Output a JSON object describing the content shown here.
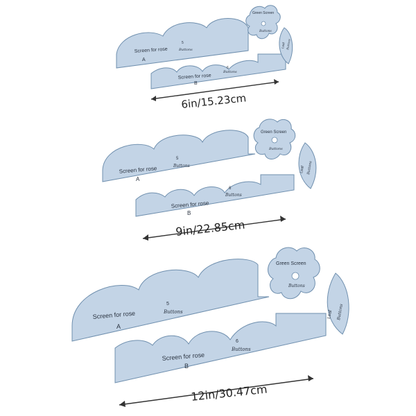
{
  "sets": [
    {
      "size": "6in/15.23cm",
      "piece_a": {
        "title": "Screen for rose",
        "letter": "A",
        "mark": "5",
        "signature": "Buttons"
      },
      "piece_b": {
        "title": "Screen for rose",
        "letter": "B",
        "mark": "6",
        "signature": "Buttons"
      },
      "flower": {
        "title": "Green Screen",
        "signature": "Buttons"
      },
      "leaf": {
        "title": "Leaf",
        "signature": "Buttons"
      }
    },
    {
      "size": "9in/22.85cm",
      "piece_a": {
        "title": "Screen for rose",
        "letter": "A",
        "mark": "5",
        "signature": "Buttons"
      },
      "piece_b": {
        "title": "Screen for rose",
        "letter": "B",
        "mark": "6",
        "signature": "Buttons"
      },
      "flower": {
        "title": "Green Screen",
        "signature": "Buttons"
      },
      "leaf": {
        "title": "Leaf",
        "signature": "Buttons"
      }
    },
    {
      "size": "12in/30.47cm",
      "piece_a": {
        "title": "Screen for rose",
        "letter": "A",
        "mark": "5",
        "signature": "Buttons"
      },
      "piece_b": {
        "title": "Screen for rose",
        "letter": "B",
        "mark": "6",
        "signature": "Buttons"
      },
      "flower": {
        "title": "Green Screen",
        "signature": "Buttons"
      },
      "leaf": {
        "title": "Leaf",
        "signature": "Buttons"
      }
    }
  ],
  "colors": {
    "template_fill": "#c3d4e6",
    "template_edge": "#6f8fae",
    "dimension_line": "#333333"
  }
}
